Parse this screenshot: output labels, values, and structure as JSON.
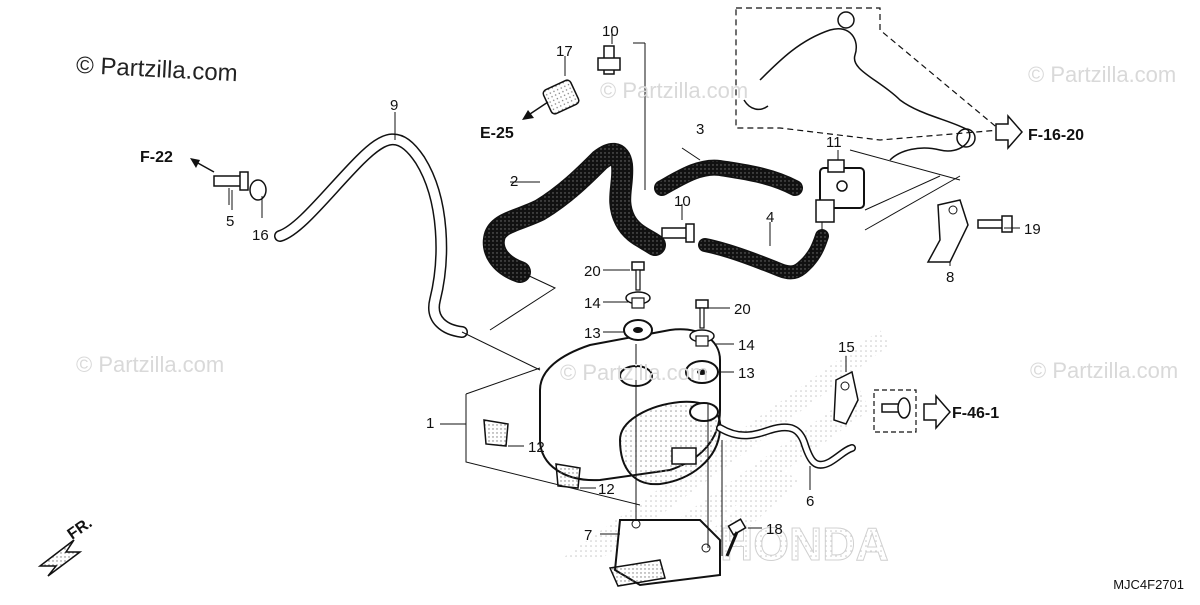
{
  "watermark": {
    "main": "© Partzilla.com",
    "faint": "© Partzilla.com"
  },
  "parts": {
    "p1": "1",
    "p2": "2",
    "p3": "3",
    "p4": "4",
    "p5": "5",
    "p6": "6",
    "p7": "7",
    "p8": "8",
    "p9": "9",
    "p10a": "10",
    "p10b": "10",
    "p11": "11",
    "p12a": "12",
    "p12b": "12",
    "p13a": "13",
    "p13b": "13",
    "p14a": "14",
    "p14b": "14",
    "p15": "15",
    "p16": "16",
    "p17": "17",
    "p18": "18",
    "p19": "19",
    "p20a": "20",
    "p20b": "20"
  },
  "refs": {
    "f22": "F-22",
    "e25": "E-25",
    "f1620": "F-16-20",
    "f461": "F-46-1",
    "fr": "FR."
  },
  "diagram_code": "MJC4F2701",
  "colors": {
    "line": "#111111",
    "hose": "#d8d8d8",
    "watermark": "#d9d9d9"
  }
}
